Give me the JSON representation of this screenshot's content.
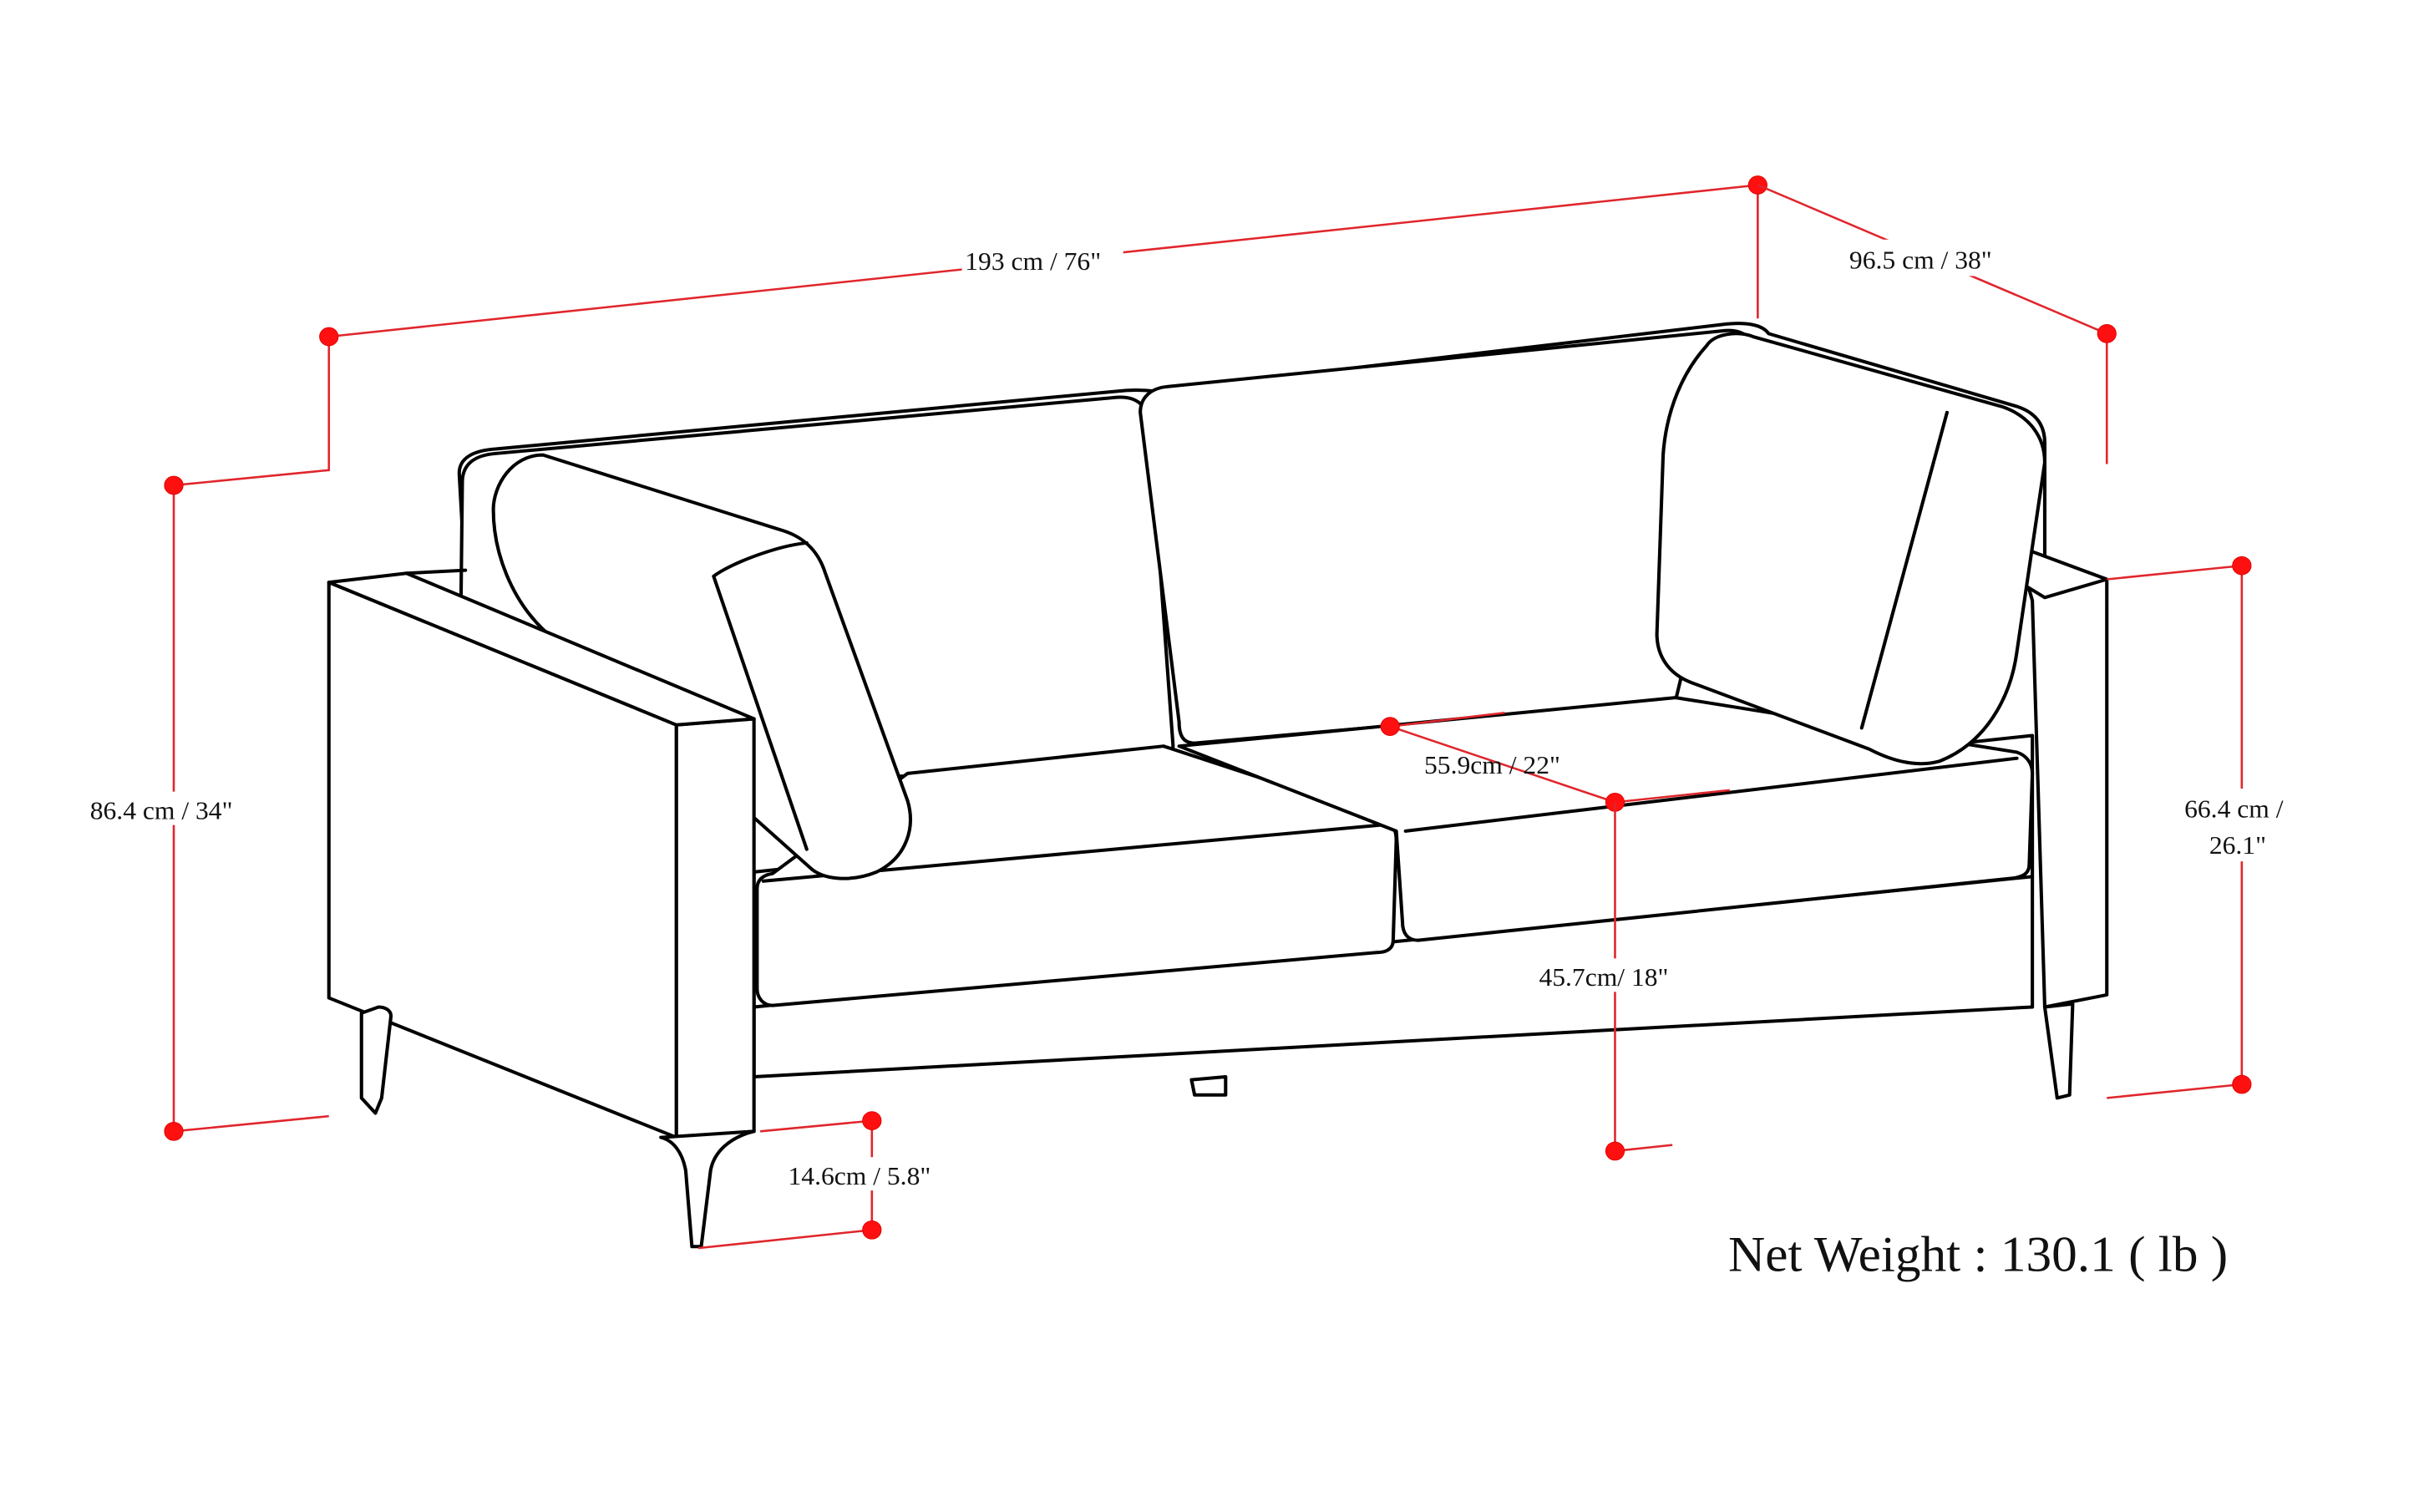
{
  "diagram": {
    "subject": "Sofa dimension drawing",
    "colors": {
      "outline": "#000000",
      "dimension_line": "#e0262c",
      "dimension_dot": "#ff1010",
      "background": "#ffffff",
      "text": "#111111"
    },
    "dimensions": {
      "overall_width": {
        "label": "193 cm / 76\""
      },
      "overall_depth": {
        "label": "96.5 cm / 38\""
      },
      "overall_height": {
        "label": "86.4 cm / 34\""
      },
      "arm_height": {
        "label_line1": "66.4 cm /",
        "label_line2": "26.1\""
      },
      "seat_depth": {
        "label": "55.9cm / 22\""
      },
      "seat_height": {
        "label": "45.7cm/ 18\""
      },
      "leg_height": {
        "label": "14.6cm / 5.8\""
      }
    },
    "net_weight": {
      "label": "Net Weight : 130.1 ( lb )"
    }
  }
}
